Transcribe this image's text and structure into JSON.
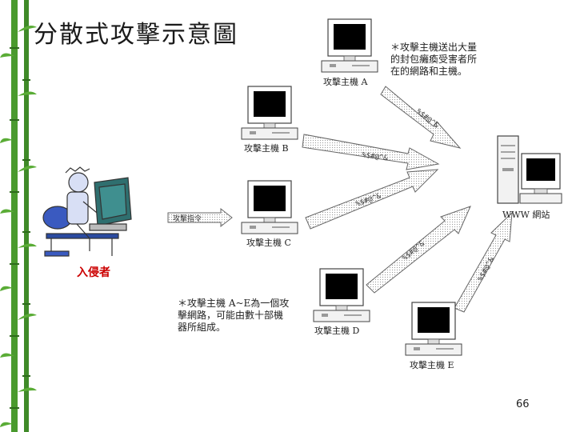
{
  "title": "分散式攻擊示意圖",
  "hosts": {
    "a": "攻擊主機 A",
    "b": "攻擊主機 B",
    "c": "攻擊主機 C",
    "d": "攻擊主機 D",
    "e": "攻擊主機 E"
  },
  "website_label": "WWW 網站",
  "intruder_label": "入侵者",
  "command_label": "攻擊指令",
  "packet_label": "%$#@^&",
  "note_top": "＊攻擊主機送出大量的封包癱瘓受害者所在的網路和主機。",
  "note_bottom": "＊攻擊主機 A~E為一個攻擊網路，可能由數十部機器所組成。",
  "page_number": "66",
  "colors": {
    "bamboo": "#3f8f2a",
    "accent_red": "#cc0000"
  }
}
